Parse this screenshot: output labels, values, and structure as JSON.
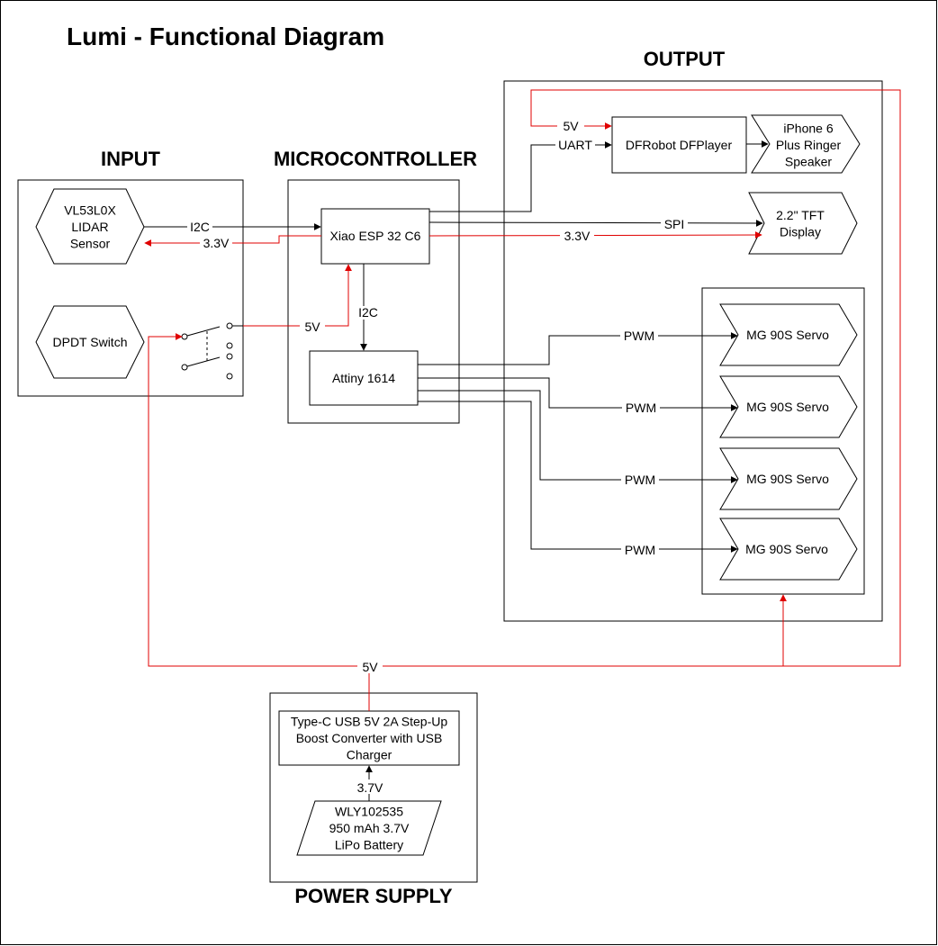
{
  "title": "Lumi - Functional Diagram",
  "sections": {
    "input": "INPUT",
    "microcontroller": "MICROCONTROLLER",
    "output": "OUTPUT",
    "power_supply": "POWER SUPPLY"
  },
  "components": {
    "lidar": [
      "VL53L0X",
      "LIDAR",
      "Sensor"
    ],
    "switch": [
      "DPDT Switch"
    ],
    "esp32": [
      "Xiao ESP 32 C6"
    ],
    "attiny": [
      "Attiny 1614"
    ],
    "dfplayer": [
      "DFRobot DFPlayer"
    ],
    "speaker": [
      "iPhone 6",
      "Plus Ringer",
      "Speaker"
    ],
    "tft": [
      "2.2\" TFT",
      "Display"
    ],
    "servos": [
      [
        "MG 90S Servo"
      ],
      [
        "MG 90S Servo"
      ],
      [
        "MG 90S Servo"
      ],
      [
        "MG 90S Servo"
      ]
    ],
    "boost": [
      "Type-C USB 5V 2A Step-Up",
      "Boost Converter with USB",
      "Charger"
    ],
    "battery": [
      "WLY102535",
      "950 mAh 3.7V",
      "LiPo Battery"
    ]
  },
  "connections": {
    "lidar_i2c": "I2C",
    "lidar_power": "3.3V",
    "switch_power": "5V",
    "esp_attiny_i2c": "I2C",
    "dfplayer_power": "5V",
    "dfplayer_uart": "UART",
    "tft_spi": "SPI",
    "tft_power": "3.3V",
    "servo_pwm": [
      "PWM",
      "PWM",
      "PWM",
      "PWM"
    ],
    "main_power": "5V",
    "battery_power": "3.7V"
  },
  "colors": {
    "power_line": "#e00000",
    "signal_line": "#000000"
  }
}
